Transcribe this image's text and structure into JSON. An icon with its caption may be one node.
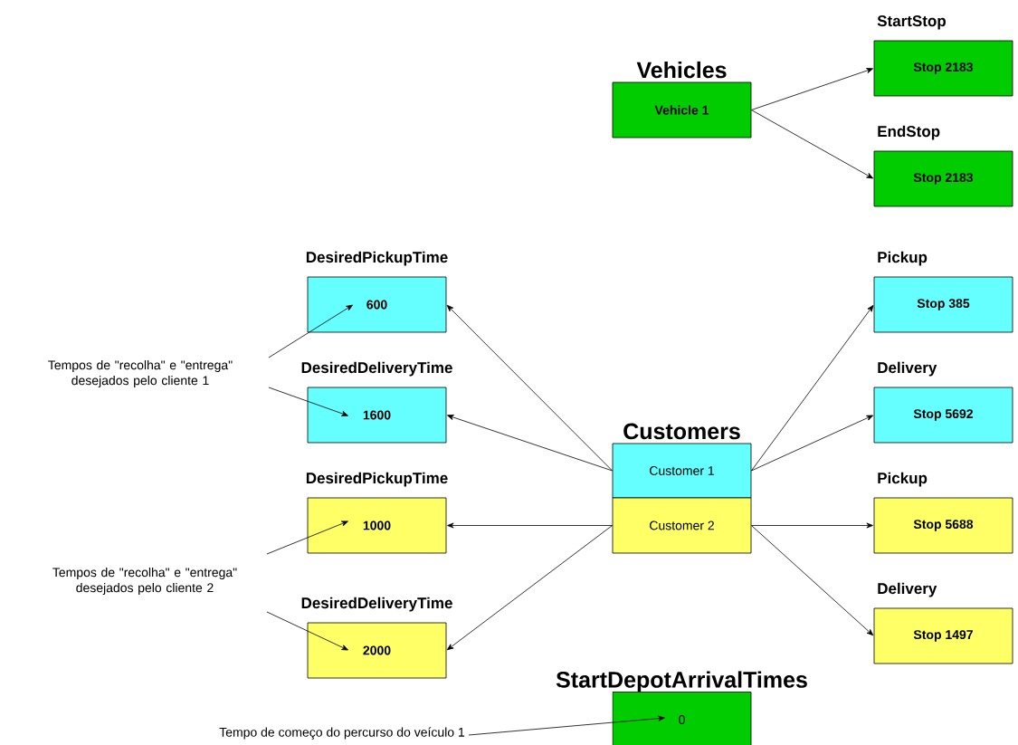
{
  "diagram": {
    "nodes": [
      {
        "text": [
          "Vehicles",
          "Vehicle 1"
        ]
      },
      {
        "text": [
          "StartStop",
          "Stop 2183"
        ]
      },
      {
        "text": [
          "EndStop",
          "Stop 2183"
        ]
      },
      {
        "text": [
          "DesiredPickupTime",
          "600"
        ]
      },
      {
        "text": [
          "DesiredDeliveryTime",
          "1600"
        ]
      },
      {
        "text": [
          "Customers",
          "Customer 1"
        ]
      },
      {
        "text": [
          "Customer 2"
        ]
      },
      {
        "text": [
          "Pickup",
          "Stop 385"
        ]
      },
      {
        "text": [
          "Delivery",
          "Stop 5692"
        ]
      },
      {
        "text": [
          "DesiredPickupTime",
          "1000"
        ]
      },
      {
        "text": [
          "DesiredDeliveryTime",
          "2000"
        ]
      },
      {
        "text": [
          "Pickup",
          "Stop 5688"
        ]
      },
      {
        "text": [
          "Delivery",
          "Stop 1497"
        ]
      },
      {
        "text": [
          "StartDepotArrivalTimes",
          "0"
        ]
      },
      {
        "text": [
          "Tempos de \"recolha\" e \"entrega\" desejados pelo cliente 1"
        ]
      },
      {
        "text": [
          "Tempos de \"recolha\" e \"entrega\" desejados pelo cliente 2"
        ]
      },
      {
        "text": [
          "Tempo de começo do percurso do veículo 1"
        ]
      }
    ],
    "edges": [
      {
        "from": 0,
        "to": 1,
        "arrow": "to"
      },
      {
        "from": 0,
        "to": 2,
        "arrow": "to"
      },
      {
        "from": 5,
        "to": 3,
        "arrow": "to"
      },
      {
        "from": 5,
        "to": 4,
        "arrow": "to"
      },
      {
        "from": 5,
        "to": 7,
        "arrow": "to"
      },
      {
        "from": 5,
        "to": 8,
        "arrow": "to"
      },
      {
        "from": 6,
        "to": 9,
        "arrow": "to"
      },
      {
        "from": 6,
        "to": 10,
        "arrow": "to"
      },
      {
        "from": 6,
        "to": 11,
        "arrow": "to"
      },
      {
        "from": 6,
        "to": 12,
        "arrow": "to"
      },
      {
        "from": 14,
        "to": 3,
        "arrow": "to"
      },
      {
        "from": 14,
        "to": 4,
        "arrow": "to"
      },
      {
        "from": 15,
        "to": 9,
        "arrow": "to"
      },
      {
        "from": 15,
        "to": 10,
        "arrow": "to"
      },
      {
        "from": 16,
        "to": 13,
        "arrow": "to"
      }
    ]
  }
}
